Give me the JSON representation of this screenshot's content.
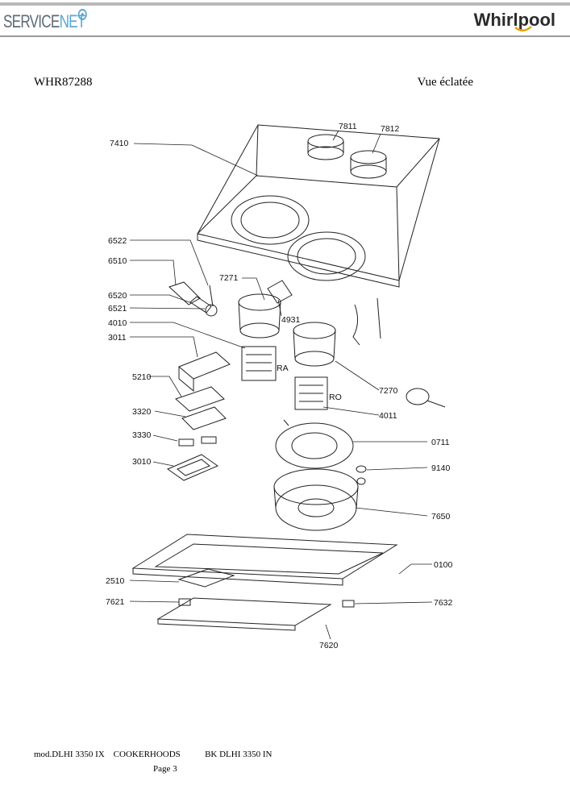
{
  "header": {
    "brand_left_a": "SERVICE",
    "brand_left_b": "NET",
    "brand_right": "Whirlpool"
  },
  "model": "WHR87288",
  "view_title": "Vue éclatée",
  "parts": [
    "7410",
    "7811",
    "7812",
    "6522",
    "6510",
    "7271",
    "6520",
    "6521",
    "4931",
    "4010",
    "3011",
    "5210",
    "3320",
    "3330",
    "3010",
    "7270",
    "4011",
    "0711",
    "9140",
    "7650",
    "0100",
    "2510",
    "7621",
    "7632",
    "7620"
  ],
  "diagram_labels": {
    "ra": "RA",
    "ro": "RO"
  },
  "footer": {
    "model_line": "mod.DLHI 3350 IX    COOKERHOODS",
    "bk_line": "BK DLHI 3350 IN",
    "page": "Page 3"
  }
}
